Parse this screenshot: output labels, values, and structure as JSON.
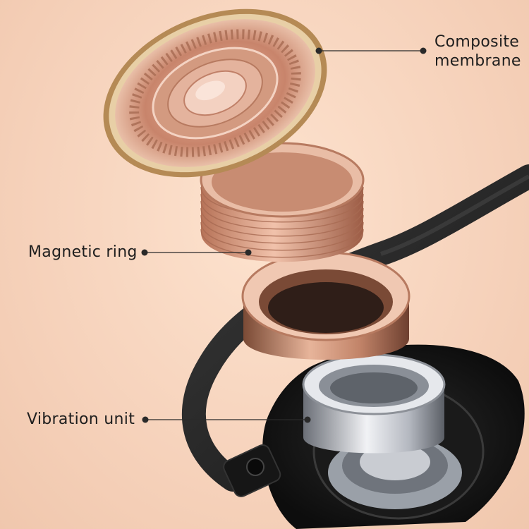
{
  "image": {
    "background_color": "#f6d5bf",
    "accent_colors": {
      "copper": "#c98a70",
      "gold": "#c9a46a",
      "silver": "#b8bcc4",
      "black": "#222222"
    }
  },
  "callouts": {
    "composite_membrane": "Composite\nmembrane",
    "magnetic_ring": "Magnetic ring",
    "vibration_unit": "Vibration unit"
  }
}
